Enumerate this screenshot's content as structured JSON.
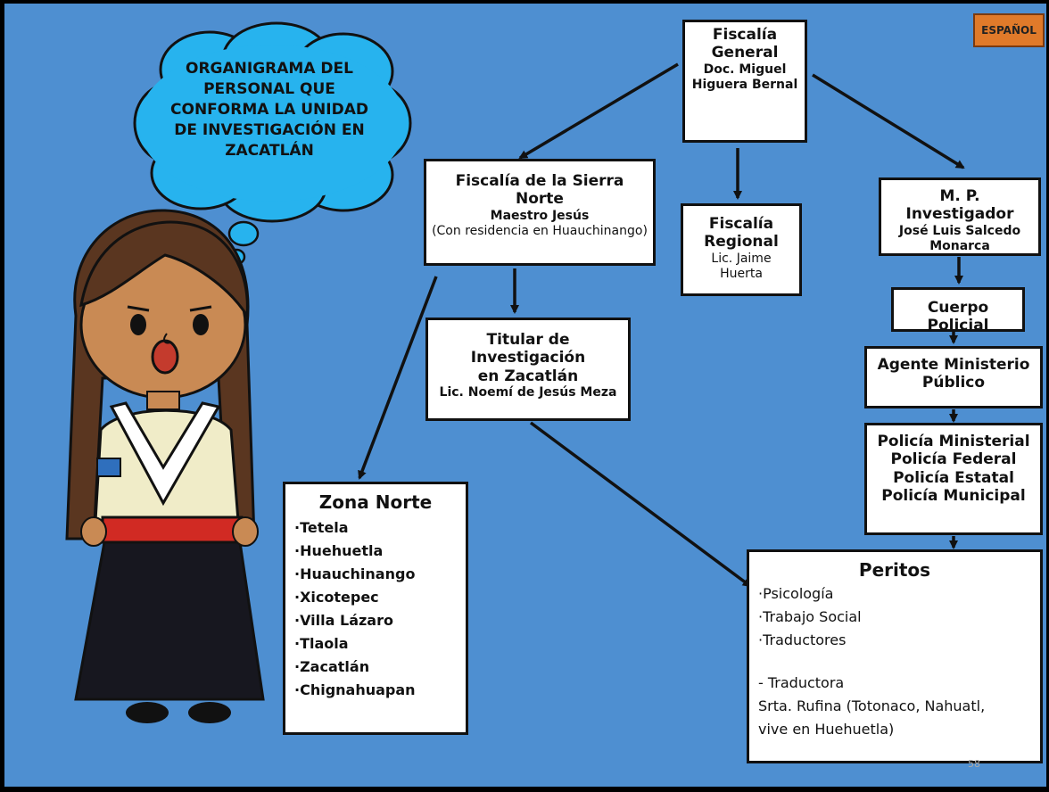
{
  "language_button": {
    "label": "ESPAÑOL"
  },
  "cloud": {
    "lines": [
      "ORGANIGRAMA DEL",
      "PERSONAL QUE",
      "CONFORMA LA UNIDAD",
      "DE INVESTIGACIÓN EN",
      "ZACATLÁN"
    ]
  },
  "fiscalia_general": {
    "line1": "Fiscalía",
    "line2": "General",
    "name1": "Doc. Miguel",
    "name2": "Higuera Bernal"
  },
  "sierra_norte": {
    "title": "Fiscalía de la Sierra Norte",
    "name": "Maestro Jesús",
    "note": "(Con residencia en Huauchinango)"
  },
  "regional": {
    "line1": "Fiscalía",
    "line2": "Regional",
    "name": "Lic. Jaime Huerta"
  },
  "mp_investigador": {
    "title": "M. P. Investigador",
    "name1": "José Luis Salcedo",
    "name2": "Monarca"
  },
  "cuerpo_policial": {
    "title": "Cuerpo Policial"
  },
  "agente": {
    "line1": "Agente Ministerio",
    "line2": "Público"
  },
  "policias": {
    "items": [
      "Policía Ministerial",
      "Policía Federal",
      "Policía Estatal",
      "Policía Municipal"
    ]
  },
  "titular": {
    "line1": "Titular de Investigación",
    "line2": "en Zacatlán",
    "name": "Lic. Noemí de Jesús Meza"
  },
  "zona_norte": {
    "title": "Zona Norte",
    "items": [
      "·Tetela",
      "·Huehuetla",
      "·Huauchinango",
      "·Xicotepec",
      "·Villa Lázaro",
      "·Tlaola",
      "·Zacatlán",
      "·Chignahuapan"
    ]
  },
  "peritos": {
    "title": "Peritos",
    "items": [
      "·Psicología",
      "·Trabajo Social",
      "·Traductores"
    ],
    "sub_title": "- Traductora",
    "sub_lines": [
      "Srta. Rufina (Totonaco, Nahuatl,",
      "vive en Huehuetla)"
    ]
  },
  "page_number": "58"
}
